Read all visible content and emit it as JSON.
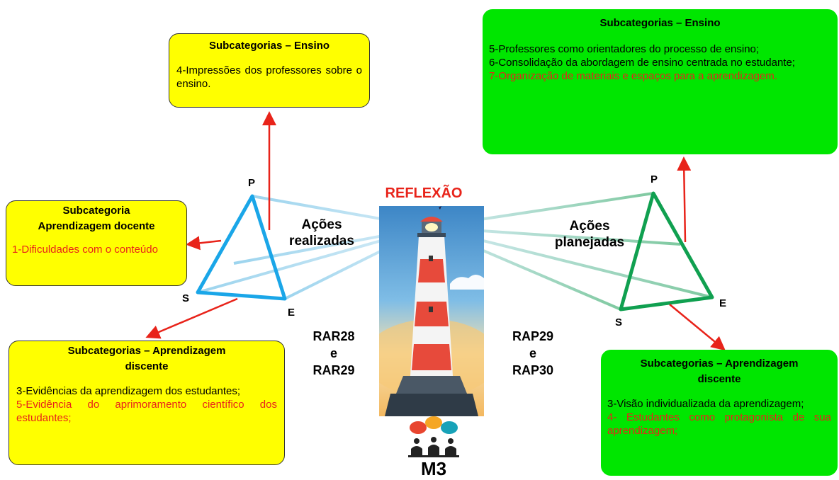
{
  "title": "REFLEXÃO",
  "center_label": "M3",
  "left": {
    "vertex_p": "P",
    "vertex_s": "S",
    "vertex_e": "E",
    "actions_line1": "Ações",
    "actions_line2": "realizadas",
    "codes": [
      "RAR28",
      "e",
      "RAR29"
    ],
    "box_top": {
      "heading": "Subcategorias – Ensino",
      "items": [
        {
          "text": "4-Impressões dos professores sobre o ensino.",
          "color": "#000000"
        }
      ]
    },
    "box_left": {
      "heading_line1": "Subcategoria",
      "heading_line2": "Aprendizagem docente",
      "items": [
        {
          "text": "1-Dificuldades com o conteúdo",
          "color": "#e8231a"
        }
      ]
    },
    "box_bottom": {
      "heading_line1": "Subcategorias – Aprendizagem",
      "heading_line2": "discente",
      "items": [
        {
          "text": "3-Evidências da aprendizagem dos estudantes;",
          "color": "#000000"
        },
        {
          "text": "5-Evidência do aprimoramento científico dos estudantes;",
          "color": "#e8231a"
        }
      ]
    }
  },
  "right": {
    "vertex_p": "P",
    "vertex_s": "S",
    "vertex_e": "E",
    "actions_line1": "Ações",
    "actions_line2": "planejadas",
    "codes": [
      "RAP29",
      "e",
      "RAP30"
    ],
    "box_top": {
      "heading": "Subcategorias – Ensino",
      "items": [
        {
          "text": "5-Professores como orientadores do processo de ensino;",
          "color": "#000000"
        },
        {
          "text": "6-Consolidação da abordagem de ensino centrada no estudante;",
          "color": "#000000"
        },
        {
          "text": "7-Organização de materiais e espaços para a aprendizagem.",
          "color": "#e8231a"
        }
      ]
    },
    "box_bottom": {
      "heading_line1": "Subcategorias – Aprendizagem",
      "heading_line2": "discente",
      "items": [
        {
          "text": "3-Visão individualizada da aprendizagem;",
          "color": "#000000"
        },
        {
          "text": "4- Estudantes como protagonista de sua aprendizagem;",
          "color": "#e8231a"
        }
      ]
    }
  },
  "colors": {
    "yellow_box": "#ffff00",
    "green_box": "#00e600",
    "arrow": "#e8231a",
    "triangle_left": "#1aa6e8",
    "triangle_right": "#10a050"
  }
}
